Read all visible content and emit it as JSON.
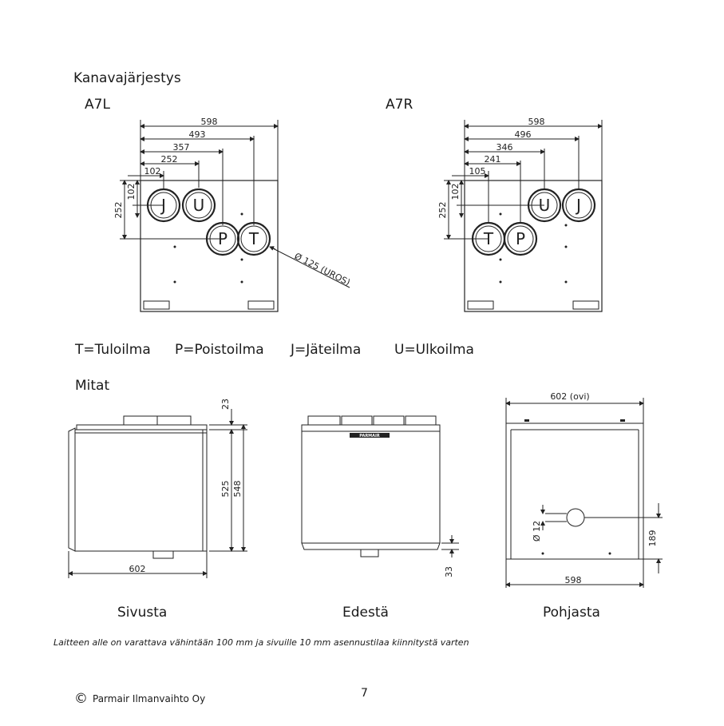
{
  "section": {
    "title": "Kanavajärjestys"
  },
  "a7l": {
    "label": "A7L",
    "dims": {
      "w598": "598",
      "w493": "493",
      "w357": "357",
      "w252": "252",
      "w102": "102",
      "v102": "102",
      "v252": "252"
    },
    "diameter": "Ø 125 (UROS)",
    "ports": {
      "j": "J",
      "u": "U",
      "p": "P",
      "t": "T"
    }
  },
  "a7r": {
    "label": "A7R",
    "dims": {
      "w598": "598",
      "w496": "496",
      "w346": "346",
      "w241": "241",
      "w105": "105",
      "v102": "102",
      "v252": "252"
    },
    "ports": {
      "u": "U",
      "j": "J",
      "t": "T",
      "p": "P"
    }
  },
  "legend": {
    "t": "T=Tuloilma",
    "p": "P=Poistoilma",
    "j": "J=Jäteilma",
    "u": "U=Ulkoilma"
  },
  "mitat": {
    "title": "Mitat",
    "side": {
      "label": "Sivusta",
      "d23": "23",
      "d525": "525",
      "d548": "548",
      "d602": "602"
    },
    "front": {
      "label": "Edestä",
      "d33": "33",
      "brand": "PARMAIR"
    },
    "bottom": {
      "label": "Pohjasta",
      "d602ovi": "602 (ovi)",
      "d598": "598",
      "d189": "189",
      "d12": "Ø 12"
    }
  },
  "note": "Laitteen alle on varattava vähintään 100 mm ja sivuille 10 mm asennustilaa kiinnitystä varten",
  "footer": {
    "symbol": "©",
    "company": "Parmair Ilmanvaihto Oy",
    "page": "7"
  }
}
